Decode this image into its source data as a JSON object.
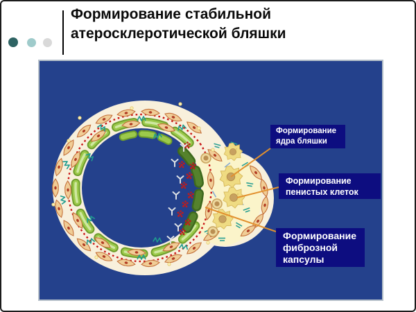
{
  "slide": {
    "title_lines": [
      "Формирование стабильной",
      "атеросклеротической бляшки"
    ]
  },
  "callouts": [
    {
      "id": "plaque-core",
      "lines": [
        "Формирование",
        "ядра бляшки"
      ]
    },
    {
      "id": "foam-cells",
      "lines": [
        "Формирование",
        "пенистых клеток"
      ]
    },
    {
      "id": "fibrous-capsule",
      "lines": [
        "Формирование",
        "фиброзной",
        "капсулы"
      ]
    }
  ],
  "illustration": {
    "type": "artery-cross-section-diagram",
    "parts": [
      "vessel-wall",
      "lumen",
      "smooth-muscle-cells",
      "elastic-fibers",
      "internal-elastic-lamina",
      "smooth-muscle-ring",
      "fibrous-cap",
      "foam-cells",
      "plaque-core",
      "platelet-aggregates",
      "antibody-markers"
    ]
  },
  "colors": {
    "panel": "#24418C",
    "callout": "#0D0D80",
    "leader": "#E2902E",
    "title": "#0A0A0A",
    "bullet1": "#2E6363",
    "bullet2": "#9FCBCB",
    "bullet3": "#D9D9D9",
    "vesselWall": "#F8F0DC",
    "plaqueMatrix": "#FBF4CA",
    "muscleRing": "#9CC94B",
    "fibrousCap": "#55822C",
    "lamina": "#C91414",
    "foamCell": "#EFDB82"
  }
}
